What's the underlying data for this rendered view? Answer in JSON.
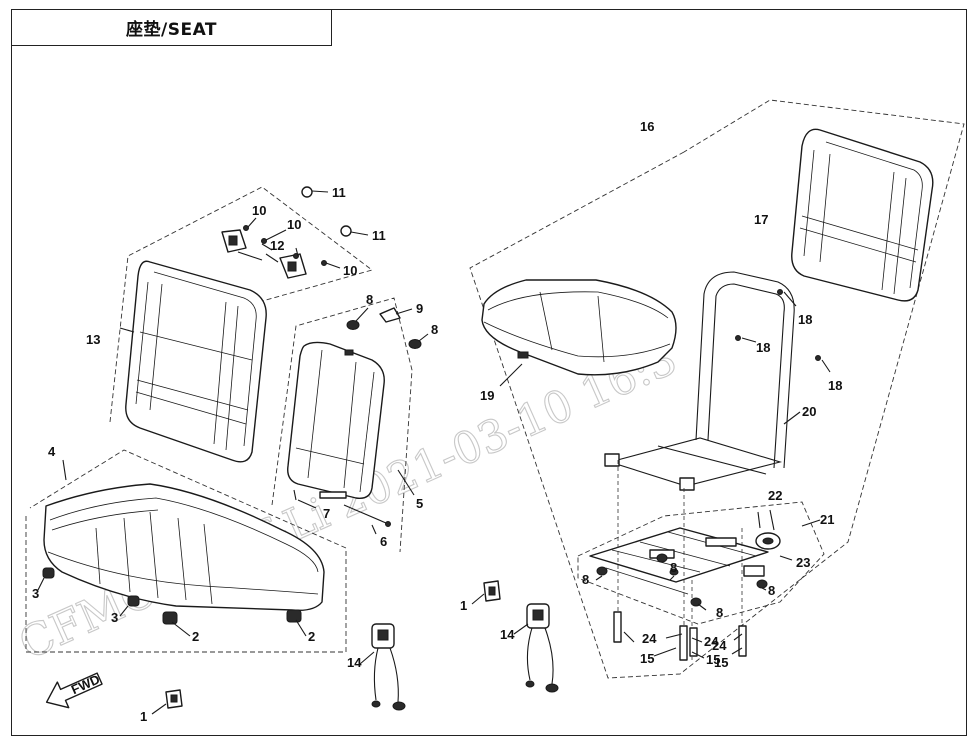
{
  "title": "座垫/SEAT",
  "watermark": {
    "text": "CFMOTO-Kf-Li 2021-03-10 16:3"
  },
  "fwd_label": "FWD",
  "callouts": {
    "c1a": "1",
    "c1b": "1",
    "c2a": "2",
    "c2b": "2",
    "c3a": "3",
    "c3b": "3",
    "c4": "4",
    "c5": "5",
    "c6": "6",
    "c7": "7",
    "c8a": "8",
    "c8b": "8",
    "c8c": "8",
    "c8d": "8",
    "c8e": "8",
    "c8f": "8",
    "c9": "9",
    "c10a": "10",
    "c10b": "10",
    "c10c": "10",
    "c11a": "11",
    "c11b": "11",
    "c12": "12",
    "c13": "13",
    "c14a": "14",
    "c14b": "14",
    "c15a": "15",
    "c15b": "15",
    "c15c": "15",
    "c16": "16",
    "c17": "17",
    "c18a": "18",
    "c18b": "18",
    "c18c": "18",
    "c19": "19",
    "c20": "20",
    "c21": "21",
    "c22": "22",
    "c23": "23",
    "c24a": "24",
    "c24b": "24",
    "c24c": "24"
  }
}
